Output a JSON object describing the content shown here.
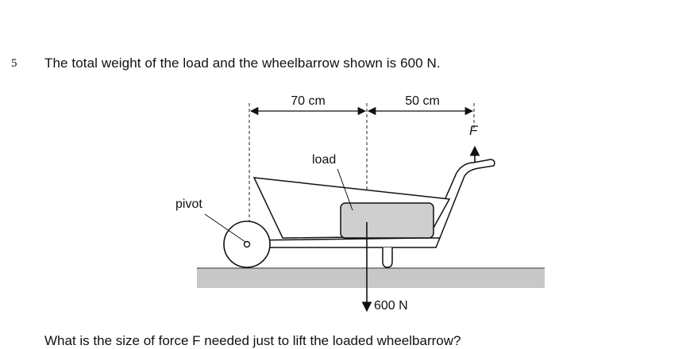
{
  "question": {
    "number": "5",
    "stem": "The total weight of the load and the wheelbarrow shown is 600 N.",
    "prompt_partial": "What is the size of force F needed just to lift the loaded wheelbarrow?"
  },
  "figure": {
    "dim_left": "70 cm",
    "dim_right": "50 cm",
    "force_label": "F",
    "load_label": "load",
    "pivot_label": "pivot",
    "weight_label": "600 N",
    "colors": {
      "ground": "#c8c8c8",
      "load": "#cfcfcf",
      "line": "#111111"
    }
  }
}
